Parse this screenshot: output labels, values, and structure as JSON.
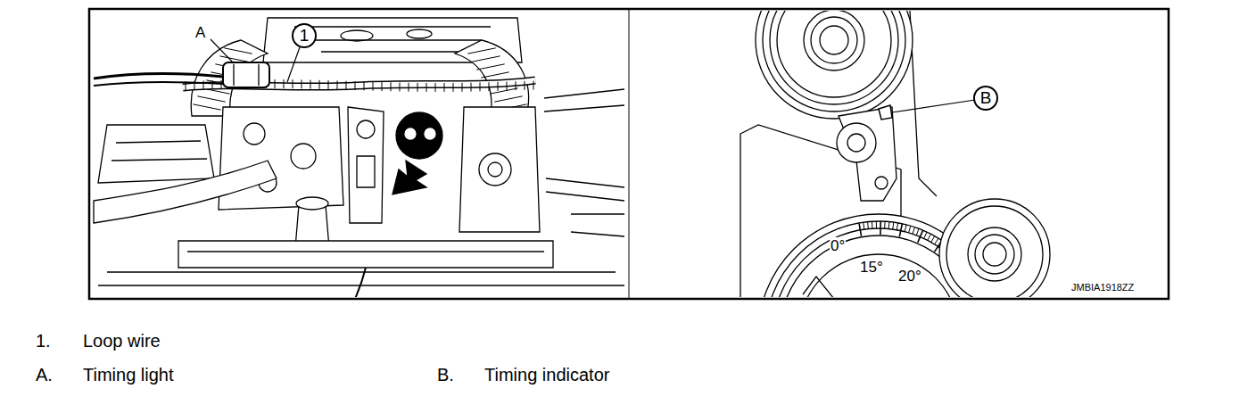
{
  "diagram": {
    "nodes": [
      {
        "text": [
          "1"
        ]
      },
      {
        "text": [
          "B"
        ]
      }
    ],
    "labels": [
      "A",
      "0°",
      "15°",
      "20°",
      "JMBIA1918ZZ",
      "1.",
      "Loop wire",
      "A.",
      "Timing light",
      "B.",
      "Timing indicator"
    ]
  }
}
